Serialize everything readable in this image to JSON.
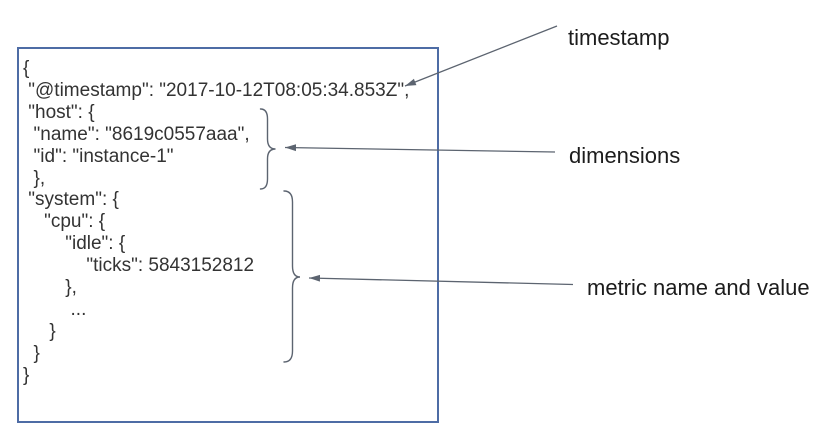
{
  "code": {
    "lines": [
      "{",
      " \"@timestamp\": \"2017-10-12T08:05:34.853Z\",",
      " \"host\": {",
      "  \"name\": \"8619c0557aaa\",",
      "  \"id\": \"instance-1\"",
      "  },",
      " \"system\": {",
      "    \"cpu\": {",
      "        \"idle\": {",
      "            \"ticks\": 5843152812",
      "        },",
      "         ...",
      "     }",
      "  }",
      "}"
    ]
  },
  "annotations": {
    "timestamp": "timestamp",
    "dimensions": "dimensions",
    "metric": "metric name and value"
  },
  "colors": {
    "box-border": "#4e6ca5",
    "annotation": "#5c6470",
    "code-text": "#333333",
    "label-text": "#1c1c1c"
  }
}
